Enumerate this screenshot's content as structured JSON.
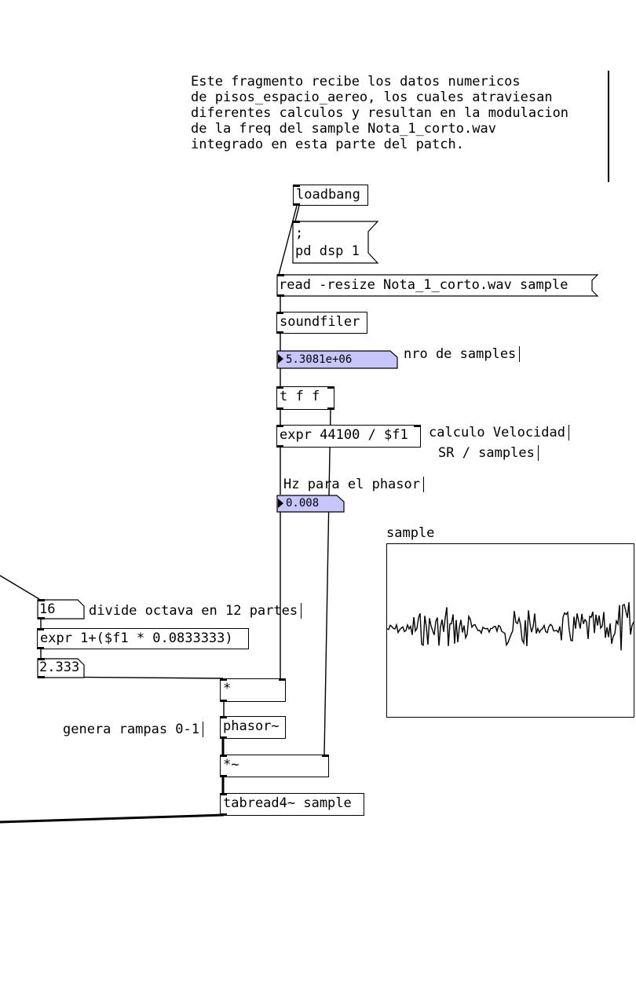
{
  "header_comment": "Este fragmento recibe los datos numericos\nde pisos_espacio_aereo, los cuales atraviesan\ndiferentes calculos y resultan en la modulacion\nde la freq del sample Nota_1_corto.wav\nintegrado en esta parte del patch.",
  "objects": {
    "loadbang": "loadbang",
    "dsp_msg_line1": ";",
    "dsp_msg_line2": "pd dsp 1",
    "read_msg": "read -resize Nota_1_corto.wav sample",
    "soundfiler": "soundfiler",
    "trigger": "t f f",
    "expr_speed": "expr 44100 / $f1",
    "expr_octave": "expr 1+($f1 * 0.0833333)",
    "multiply": "*",
    "phasor": "phasor~",
    "multiply_sig": "*~",
    "tabread": "tabread4~ sample"
  },
  "numbers": {
    "samples_count": "5.3081e+06",
    "phasor_hz": "0.008",
    "atom_input": "16",
    "atom_ratio": "2.333"
  },
  "comments": {
    "nro_samples": "nro de samples",
    "calculo_1": "calculo Velocidad",
    "calculo_2": "SR / samples",
    "hz_phasor": "Hz para el phasor",
    "divide_octava": "divide octava en 12 partes",
    "genera_rampas": "genera rampas 0-1"
  },
  "array": {
    "name": "sample"
  },
  "colors": {
    "number_box": "#c7c6fb",
    "background": "#ffffff",
    "line": "#000000"
  }
}
